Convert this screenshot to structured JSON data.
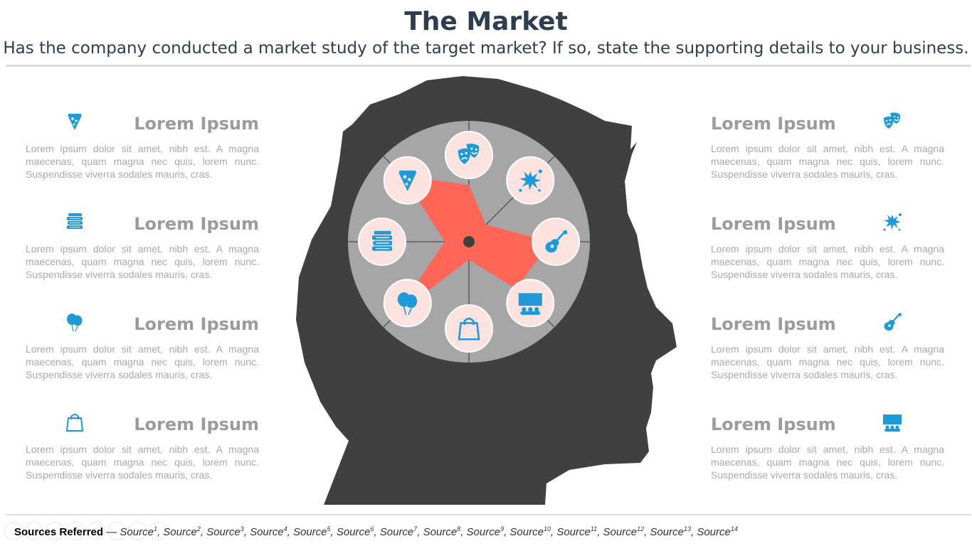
{
  "header": {
    "title": "The Market",
    "subtitle": "Has the company conducted a market study of the target market? If so, state the supporting details to your business."
  },
  "left_items": [
    {
      "heading": "Lorem Ipsum",
      "body": "Lorem ipsum dolor sit amet, nibh est. A magna maecenas, quam magna nec quis, lorem nunc. Suspendisse viverra sodales mauris, cras.",
      "icon": "pizza-icon"
    },
    {
      "heading": "Lorem Ipsum",
      "body": "Lorem ipsum dolor sit amet, nibh est. A magna maecenas, quam magna nec quis, lorem nunc. Suspendisse viverra sodales mauris, cras.",
      "icon": "books-icon"
    },
    {
      "heading": "Lorem Ipsum",
      "body": "Lorem ipsum dolor sit amet, nibh est. A magna maecenas, quam magna nec quis, lorem nunc. Suspendisse viverra sodales mauris, cras.",
      "icon": "balloons-icon"
    },
    {
      "heading": "Lorem Ipsum",
      "body": "Lorem ipsum dolor sit amet, nibh est. A magna maecenas, quam magna nec quis, lorem nunc. Suspendisse viverra sodales mauris, cras.",
      "icon": "shopping-bag-icon"
    }
  ],
  "right_items": [
    {
      "heading": "Lorem Ipsum",
      "body": "Lorem ipsum dolor sit amet, nibh est. A magna maecenas, quam magna nec quis, lorem nunc. Suspendisse viverra sodales mauris, cras.",
      "icon": "theater-masks-icon"
    },
    {
      "heading": "Lorem Ipsum",
      "body": "Lorem ipsum dolor sit amet, nibh est. A magna maecenas, quam magna nec quis, lorem nunc. Suspendisse viverra sodales mauris, cras.",
      "icon": "paint-splash-icon"
    },
    {
      "heading": "Lorem Ipsum",
      "body": "Lorem ipsum dolor sit amet, nibh est. A magna maecenas, quam magna nec quis, lorem nunc. Suspendisse viverra sodales mauris, cras.",
      "icon": "guitar-icon"
    },
    {
      "heading": "Lorem Ipsum",
      "body": "Lorem ipsum dolor sit amet, nibh est. A magna maecenas, quam magna nec quis, lorem nunc. Suspendisse viverra sodales mauris, cras.",
      "icon": "cinema-icon"
    }
  ],
  "diagram": {
    "spokes": [
      {
        "icon": "theater-masks-icon",
        "value": 0.47
      },
      {
        "icon": "paint-splash-icon",
        "value": 0.2
      },
      {
        "icon": "guitar-icon",
        "value": 0.68
      },
      {
        "icon": "cinema-icon",
        "value": 0.55
      },
      {
        "icon": "shopping-bag-icon",
        "value": 0.15
      },
      {
        "icon": "balloons-icon",
        "value": 0.87
      },
      {
        "icon": "books-icon",
        "value": 0.2
      },
      {
        "icon": "pizza-icon",
        "value": 0.77
      }
    ]
  },
  "sources": {
    "label": "Sources Referred",
    "separator": "—",
    "items": [
      "Source",
      "Source",
      "Source",
      "Source",
      "Source",
      "Source",
      "Source",
      "Source",
      "Source",
      "Source",
      "Source",
      "Source",
      "Source",
      "Source"
    ],
    "superscripts": [
      "1",
      "2",
      "3",
      "4",
      "5",
      "6",
      "7",
      "8",
      "9",
      "10",
      "11",
      "12",
      "13",
      "14"
    ]
  },
  "colors": {
    "title": "#2d3e50",
    "head": "#404040",
    "wheel": "#a6a6a6",
    "star": "#ff6655",
    "badge": "#fde3df",
    "icon": "#1f9ad8",
    "heading": "#9b9b9b",
    "body": "#a9a9a9"
  }
}
